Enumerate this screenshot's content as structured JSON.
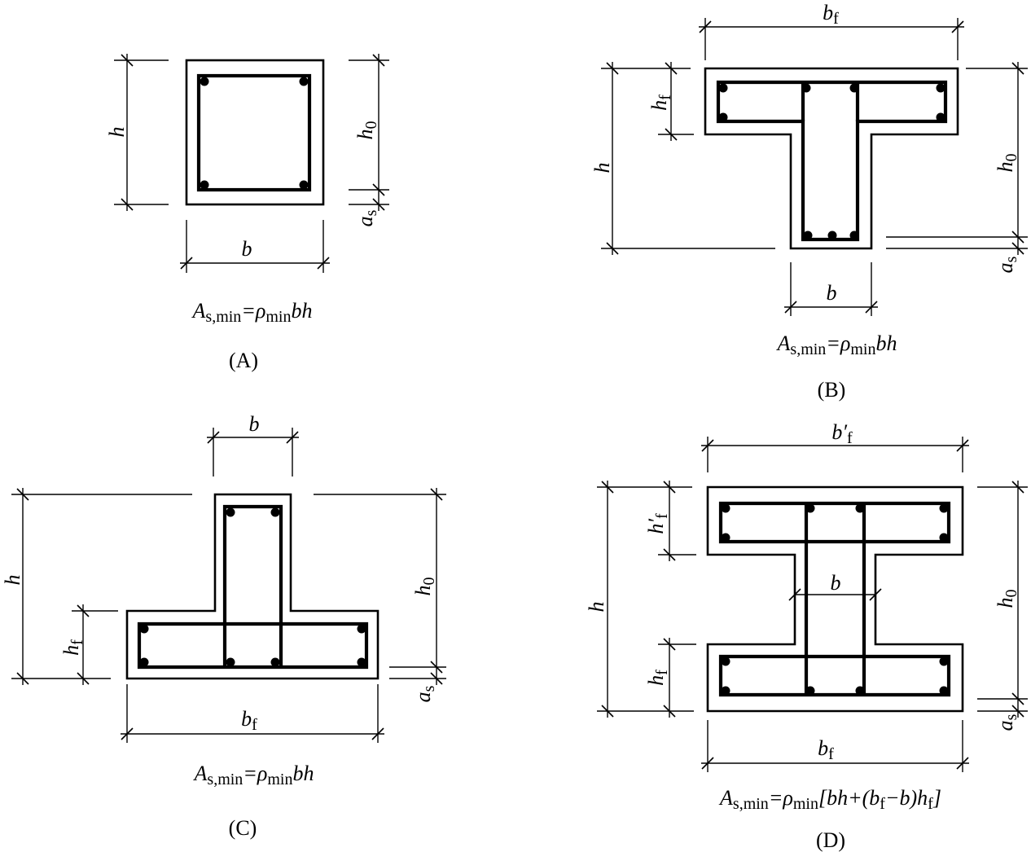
{
  "labels": {
    "b": "b",
    "h": "h",
    "h0": "h",
    "h0_sub": "0",
    "as": "a",
    "as_sub": "s",
    "bf": "b",
    "bf_sub": "f",
    "hf": "h",
    "hf_sub": "f",
    "bf_prime": "b′",
    "hf_prime": "h′"
  },
  "formulas": {
    "A": "A|s,min|=ρ|min|bh",
    "B": "A|s,min|=ρ|min|bh",
    "C": "A|s,min|=ρ|min|bh",
    "D": "A|s,min|=ρ|min|[bh+(b|f|−b)h|f|]"
  },
  "captions": {
    "A": "(A)",
    "B": "(B)",
    "C": "(C)",
    "D": "(D)"
  }
}
